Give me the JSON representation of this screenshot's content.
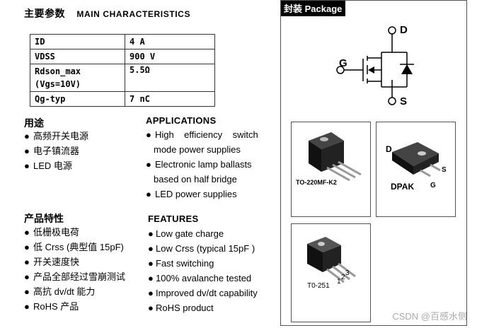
{
  "main": {
    "title_cn": "主要参数",
    "title_en": "MAIN   CHARACTERISTICS"
  },
  "spec_rows": [
    {
      "key": "ID",
      "value": "4 A"
    },
    {
      "key": "VDSS",
      "value": "900 V"
    },
    {
      "key": "Rdson_max",
      "key2": "(Vgs=10V)",
      "value": "5.5Ω"
    },
    {
      "key": "Qg-typ",
      "value": "7  nC"
    }
  ],
  "applications_cn": {
    "title": "用途",
    "items": [
      "高频开关电源",
      "电子镇流器",
      "LED 电源"
    ]
  },
  "applications_en": {
    "title": "APPLICATIONS",
    "items": [
      [
        "High    efficiency    switch",
        "mode power supplies"
      ],
      [
        "Electronic lamp ballasts",
        "based on half bridge"
      ],
      [
        "LED power supplies"
      ]
    ]
  },
  "features_cn": {
    "title": "产品特性",
    "items": [
      "低栅极电荷",
      "低 Crss (典型值 15pF)",
      "开关速度快",
      "产品全部经过雪崩测试",
      "高抗 dv/dt 能力",
      "RoHS 产品"
    ]
  },
  "features_en": {
    "title": "FEATURES",
    "items": [
      "Low gate charge",
      "Low Crss (typical 15pF )",
      "Fast switching",
      "100% avalanche tested",
      "Improved dv/dt capability",
      "RoHS product"
    ]
  },
  "package": {
    "title": "封装  Package",
    "pins": {
      "d": "D",
      "g": "G",
      "s": "S"
    },
    "to220": "TO-220MF-K2",
    "dpak": "DPAK",
    "dpak_d": "D",
    "dpak_s": "S",
    "dpak_g": "G",
    "to251": "T0-251",
    "to251_pins": [
      "1",
      "2",
      "3"
    ]
  },
  "watermark": "CSDN @百感水侧"
}
